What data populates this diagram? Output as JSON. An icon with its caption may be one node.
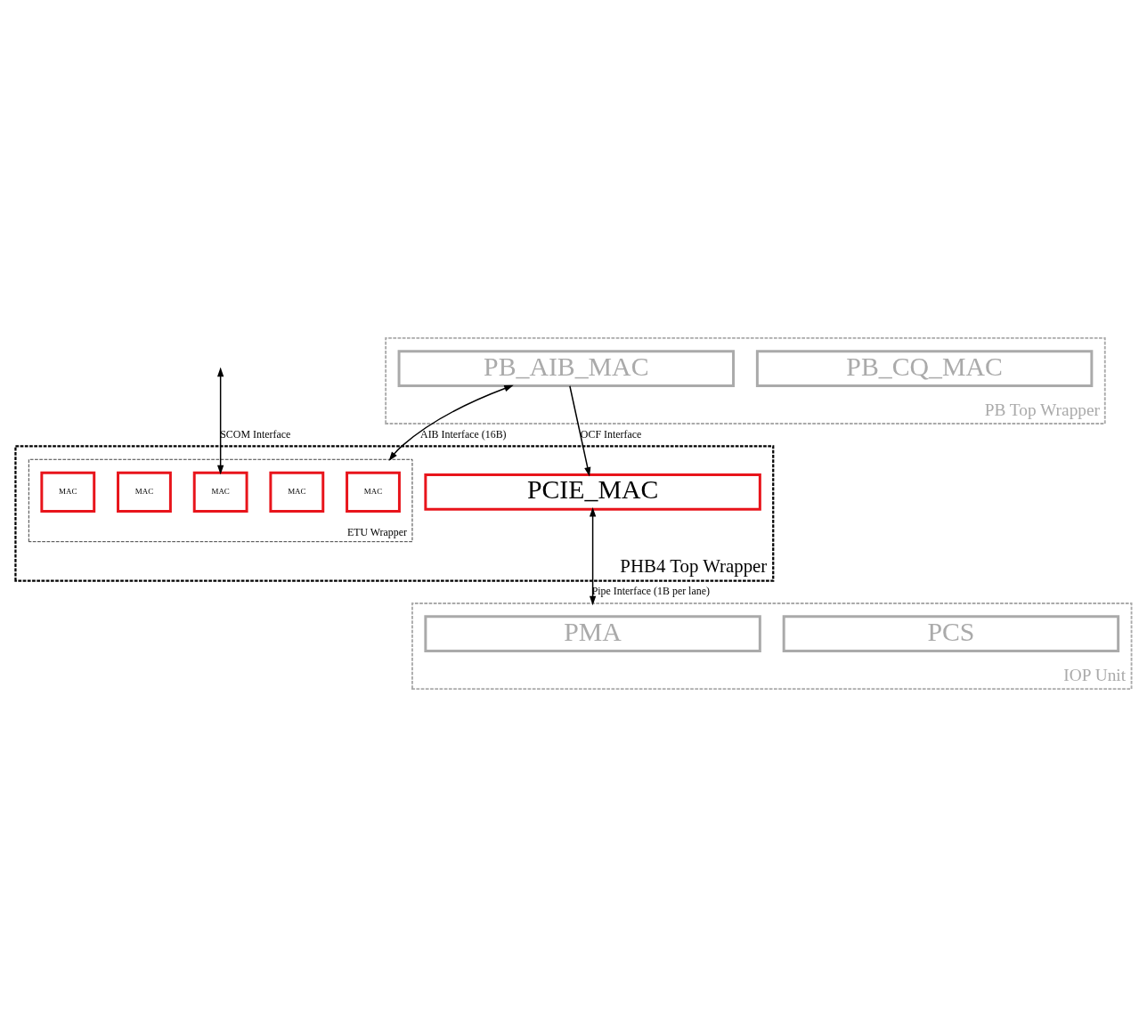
{
  "diagram": {
    "nodes": [
      {
        "text": [
          "PB Top Wrapper"
        ]
      },
      {
        "text": [
          "PB_CQ_MAC"
        ],
        "in": 0
      },
      {
        "text": [
          "PB_AIB_MAC"
        ],
        "in": 0
      },
      {
        "text": [
          "PHB4 Top Wrapper"
        ]
      },
      {
        "text": [
          "ETU Wrapper"
        ],
        "in": 3
      },
      {
        "text": [
          "MAC"
        ],
        "in": 4
      },
      {
        "text": [
          "MAC"
        ],
        "in": 4
      },
      {
        "text": [
          "MAC"
        ],
        "in": 4
      },
      {
        "text": [
          "MAC"
        ],
        "in": 4
      },
      {
        "text": [
          "MAC"
        ],
        "in": 4
      },
      {
        "text": [
          "PCIE_MAC"
        ],
        "in": 3
      },
      {
        "text": [
          "IOP Unit"
        ]
      },
      {
        "text": [
          "PCS"
        ],
        "in": 11
      },
      {
        "text": [
          "PMA"
        ],
        "in": 11
      }
    ],
    "edges": [
      {
        "from": 2,
        "to": 4,
        "arrow": "both",
        "label": "AIB Interface (16B)"
      },
      {
        "from": null,
        "to": 5,
        "arrow": "both",
        "label": "SCOM Interface"
      },
      {
        "from": 2,
        "to": 10,
        "arrow": "to",
        "label": "OCF Interface"
      },
      {
        "from": 10,
        "to": 11,
        "arrow": "both",
        "label": "Pipe Interface (1B per lane)"
      }
    ]
  }
}
